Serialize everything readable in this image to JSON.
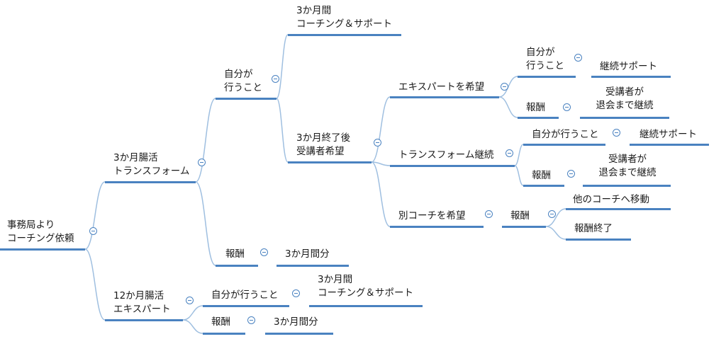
{
  "mindmap": {
    "root": "事務局より\nコーチング依頼",
    "transform": {
      "title": "3か月腸活\nトランスフォーム",
      "self": "自分が\n行うこと",
      "self_child": "3か月間\nコーチング＆サポート",
      "end": "3か月終了後\n受講者希望",
      "expert_wish": "エキスパートを希望",
      "expert_self": "自分が\n行うこと",
      "expert_self_child": "継続サポート",
      "expert_reward": "報酬",
      "expert_reward_child": "受講者が\n退会まで継続",
      "continue": "トランスフォーム継続",
      "continue_self": "自分が行うこと",
      "continue_self_child": "継続サポート",
      "continue_reward": "報酬",
      "continue_reward_child": "受講者が\n退会まで継続",
      "other_wish": "別コーチを希望",
      "other_reward": "報酬",
      "other_move": "他のコーチへ移動",
      "other_end": "報酬終了",
      "reward": "報酬",
      "reward_child": "3か月間分"
    },
    "expert": {
      "title": "12か月腸活\nエキスパート",
      "self": "自分が行うこと",
      "self_child": "3か月間\nコーチング＆サポート",
      "reward": "報酬",
      "reward_child": "3か月間分"
    }
  },
  "colors": {
    "line": "#4a82c0",
    "connector": "#9fbfe0",
    "text": "#1a1a1a"
  }
}
